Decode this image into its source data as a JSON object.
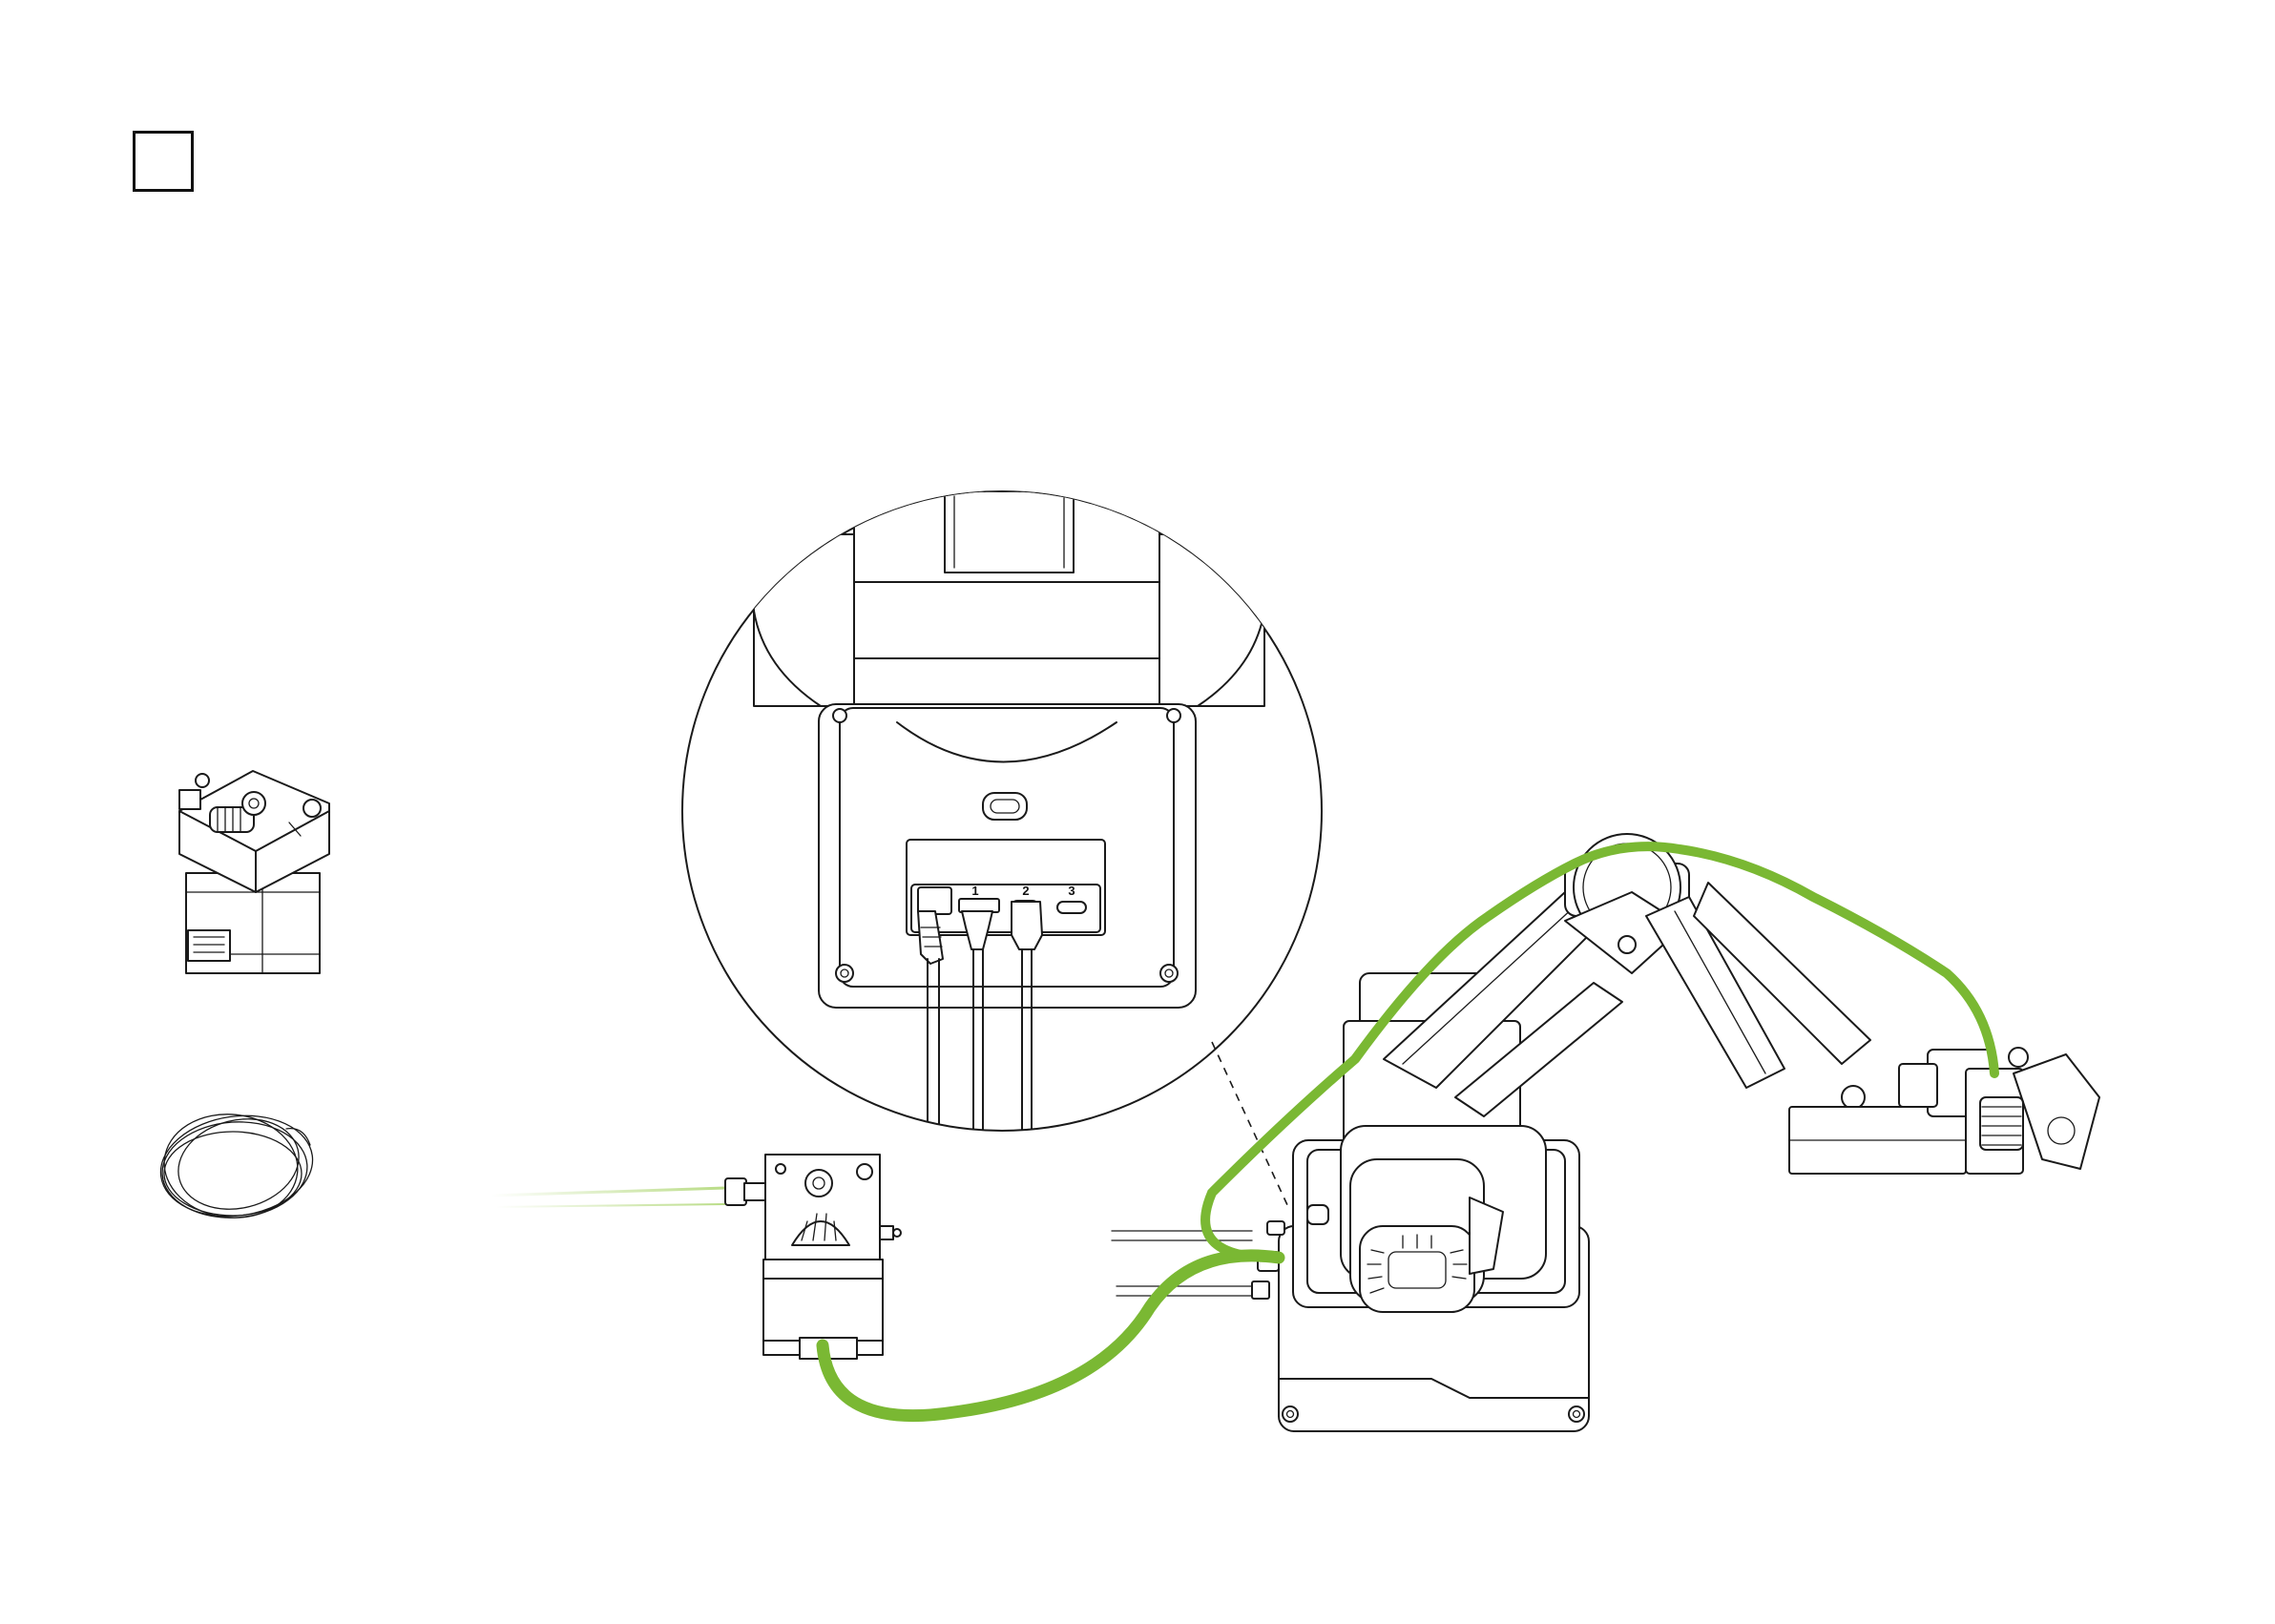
{
  "step_checkbox": {
    "checked": false
  },
  "detail_view": {
    "port_labels": [
      "1",
      "2",
      "3"
    ]
  },
  "colors": {
    "cable": "#7ab833",
    "line_art": "#1a1a1a",
    "background": "#ffffff",
    "filament": "#b9dc86"
  },
  "parts": {
    "kit_items": [
      "extruder-motor",
      "ptfe-tube-coil"
    ],
    "assembly": [
      "extruder",
      "robot-arm-base",
      "robot-arm",
      "print-head"
    ]
  }
}
